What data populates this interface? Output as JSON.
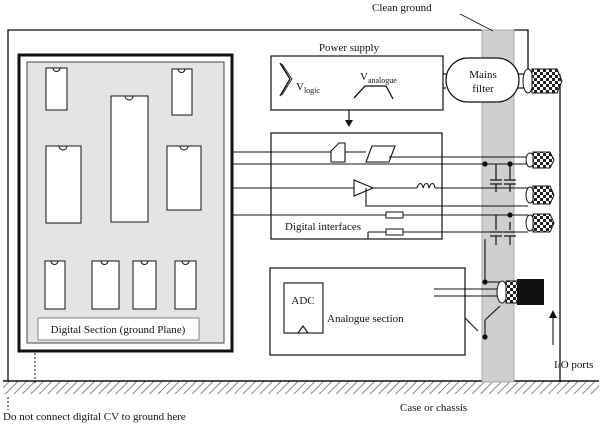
{
  "labels": {
    "clean_ground": "Clean ground",
    "power_supply": "Power supply",
    "v_logic_main": "V",
    "v_logic_sub": "logic",
    "v_analogue_main": "V",
    "v_analogue_sub": "analogue",
    "mains_filter_line1": "Mains",
    "mains_filter_line2": "filter",
    "digital_interfaces": "Digital interfaces",
    "adc": "ADC",
    "analogue_section": "Analogue section",
    "digital_section": "Digital Section (ground Plane)",
    "io_ports": "I/O ports",
    "case_or_chassis": "Case or chassis",
    "do_not_connect": "Do not connect digital CV to ground here"
  },
  "colors": {
    "line": "#111111",
    "ground_plane": "#e4e4e4",
    "clean_ground_bar": "#cfcfcf",
    "chassis_hatch": "#555555"
  }
}
